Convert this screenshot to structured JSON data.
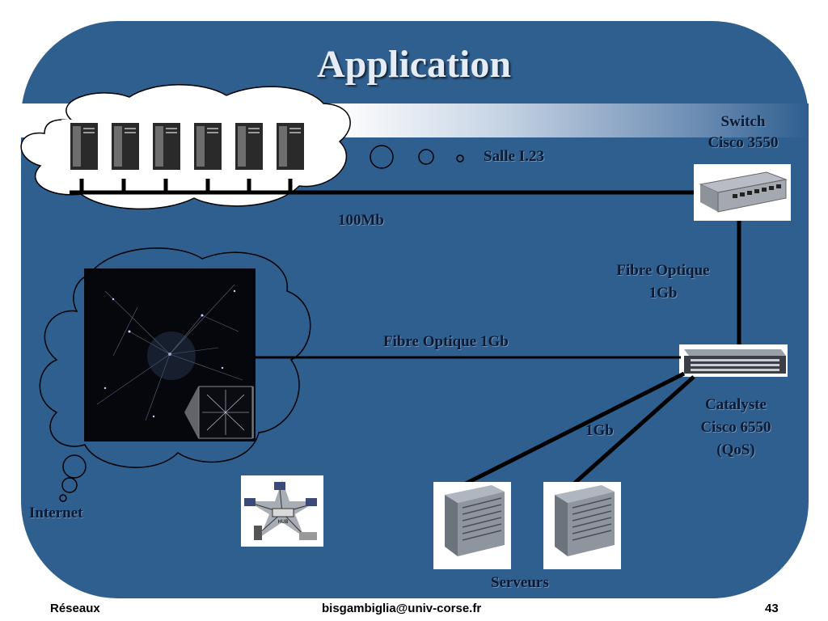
{
  "title": "Application",
  "labels": {
    "salle": "Salle I.23",
    "switch_line1": "Switch",
    "switch_line2": "Cisco 3550",
    "link_100mb": "100Mb",
    "fibre_vertical_line1": "Fibre Optique",
    "fibre_vertical_line2": "1Gb",
    "fibre_internet": "Fibre Optique 1Gb",
    "catalyst_line1": "Catalyste",
    "catalyst_line2": "Cisco 6550",
    "catalyst_line3": "(QoS)",
    "link_1gb": "1Gb",
    "internet": "Internet",
    "serveurs": "Serveurs"
  },
  "footer": {
    "left": "Réseaux",
    "center": "bisgambiglia@univ-corse.fr",
    "right": "43"
  },
  "hub_label": "HUB",
  "colors": {
    "background": "#2f5f8f",
    "link": "#000000",
    "title": "#e6ecf5"
  }
}
